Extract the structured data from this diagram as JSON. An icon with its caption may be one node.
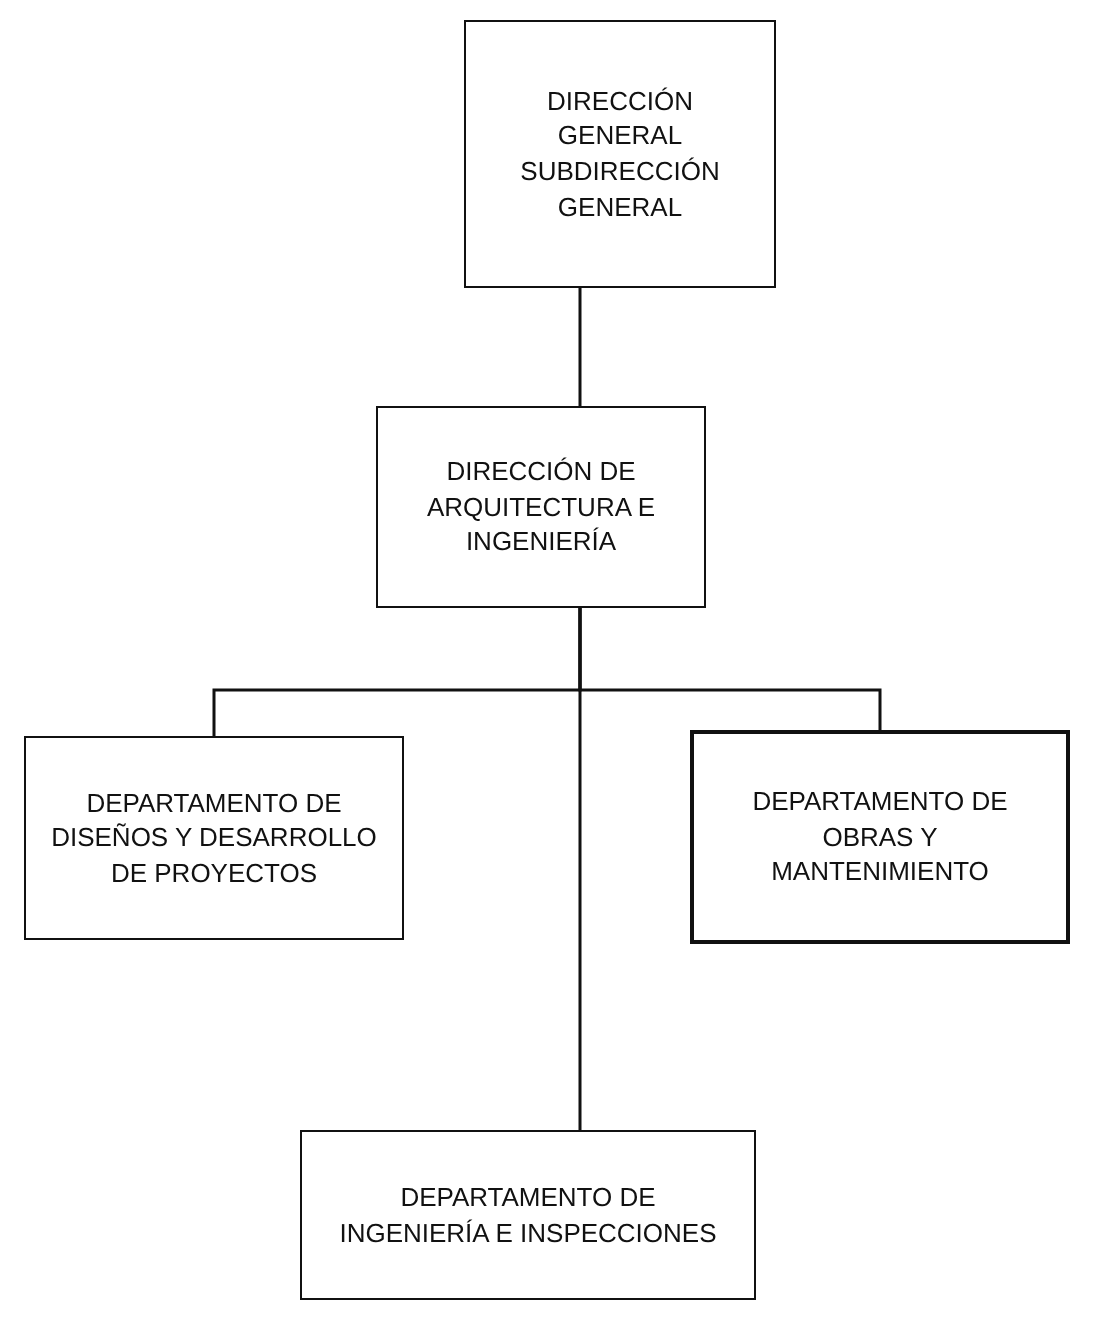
{
  "diagram": {
    "nodes": [
      {
        "text": [
          "DIRECCIÓN GENERAL",
          "SUBDIRECCIÓN GENERAL"
        ]
      },
      {
        "text": [
          "DIRECCIÓN DE ARQUITECTURA E INGENIERÍA"
        ]
      },
      {
        "text": [
          "DEPARTAMENTO DE DISEÑOS Y DESARROLLO DE PROYECTOS"
        ]
      },
      {
        "text": [
          "DEPARTAMENTO DE OBRAS Y MANTENIMIENTO"
        ]
      },
      {
        "text": [
          "DEPARTAMENTO DE INGENIERÍA E INSPECCIONES"
        ]
      }
    ],
    "edges": [
      {
        "from": 0,
        "to": 1,
        "arrow": "none"
      },
      {
        "from": 1,
        "to": 2,
        "arrow": "none"
      },
      {
        "from": 1,
        "to": 3,
        "arrow": "none"
      },
      {
        "from": 1,
        "to": 4,
        "arrow": "none"
      }
    ]
  }
}
